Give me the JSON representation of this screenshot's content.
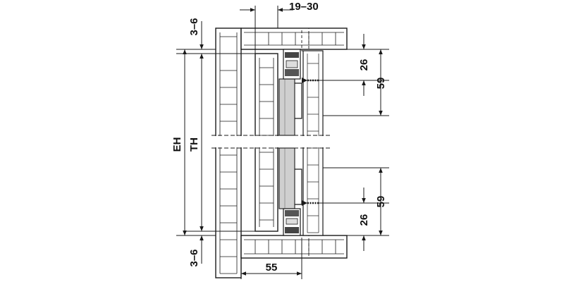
{
  "dimensions": {
    "top_gap": "19–30",
    "top_clearance": "3–6",
    "bottom_clearance": "3–6",
    "overall_height": "EH",
    "track_height": "TH",
    "upper_offset": "26",
    "upper_fixing": "59",
    "lower_offset": "26",
    "lower_fixing": "59",
    "bottom_width": "55"
  },
  "colors": {
    "line": "#1a1a1a",
    "panel": "#ffffff",
    "profile": "#cfcfcf",
    "profile_dark": "#555555"
  }
}
